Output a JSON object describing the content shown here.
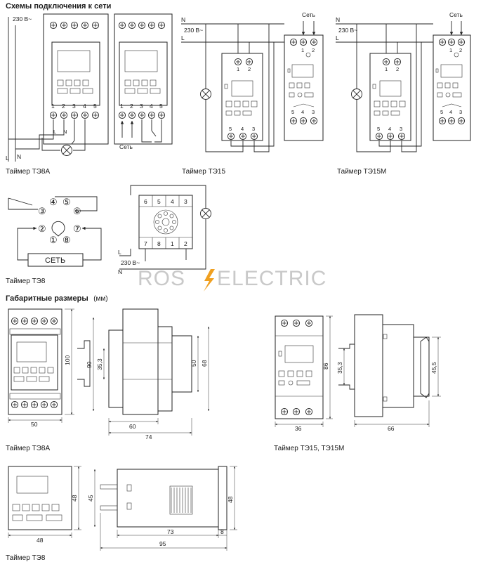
{
  "headings": {
    "wiring": "Схемы подключения к сети",
    "dims_bold": "Габаритные размеры",
    "dims_unit": "(мм)"
  },
  "watermark": {
    "left": "ROS",
    "right": "ELECTRIC",
    "bolt_color": "#f0a020"
  },
  "wiring": {
    "te8a": {
      "caption": "Таймер ТЭ8А",
      "voltage": "230 В~",
      "l": "L",
      "n": "N",
      "terminals": [
        "1",
        "2",
        "3",
        "4",
        "5"
      ],
      "net_label": "Сеть"
    },
    "te15": {
      "caption": "Таймер ТЭ15",
      "n": "N",
      "voltage": "230 В~",
      "l": "L",
      "top_terminals": [
        "1",
        "2"
      ],
      "bottom_terminals": [
        "5",
        "4",
        "3"
      ],
      "net_label": "Сеть",
      "side_top": [
        "1",
        "2"
      ],
      "side_bottom": [
        "5",
        "4",
        "3"
      ]
    },
    "te15m": {
      "caption": "Таймер ТЭ15М",
      "n": "N",
      "voltage": "230 В~",
      "l": "L",
      "top_terminals": [
        "1",
        "2"
      ],
      "bottom_terminals": [
        "5",
        "4",
        "3"
      ],
      "net_label": "Сеть",
      "side_top": [
        "1",
        "2"
      ],
      "side_bottom": [
        "5",
        "4",
        "3"
      ]
    },
    "te8_pins": {
      "caption": "Таймер ТЭ8",
      "pins_top": [
        "④",
        "⑤"
      ],
      "pins_mid": [
        "③",
        "⑥"
      ],
      "pins_side": [
        "②",
        "⑦"
      ],
      "pins_bottom": [
        "①",
        "⑧"
      ],
      "net_label": "СЕТЬ"
    },
    "te8_socket": {
      "top_numbers": [
        "6",
        "5",
        "4",
        "3"
      ],
      "bottom_numbers": [
        "7",
        "8",
        "1",
        "2"
      ],
      "l": "L",
      "voltage": "230 В~",
      "n": "N"
    }
  },
  "dimensions": {
    "te8a": {
      "caption": "Таймер ТЭ8А",
      "width": "50",
      "height": "100",
      "rail_height": "90",
      "rail_inner": "35,3",
      "depth_inner": "60",
      "depth_total": "74",
      "front_height": "50",
      "side_height": "68"
    },
    "te15": {
      "caption": "Таймер ТЭ15, ТЭ15М",
      "width": "36",
      "height": "86",
      "rail_inner": "35,3",
      "depth": "66",
      "side_height": "45,5"
    },
    "te8": {
      "caption": "Таймер ТЭ8",
      "width": "48",
      "height": "48",
      "side_height_left": "45",
      "side_height_right": "48",
      "length_inner": "73",
      "front_depth": "8",
      "length_total": "95"
    }
  }
}
